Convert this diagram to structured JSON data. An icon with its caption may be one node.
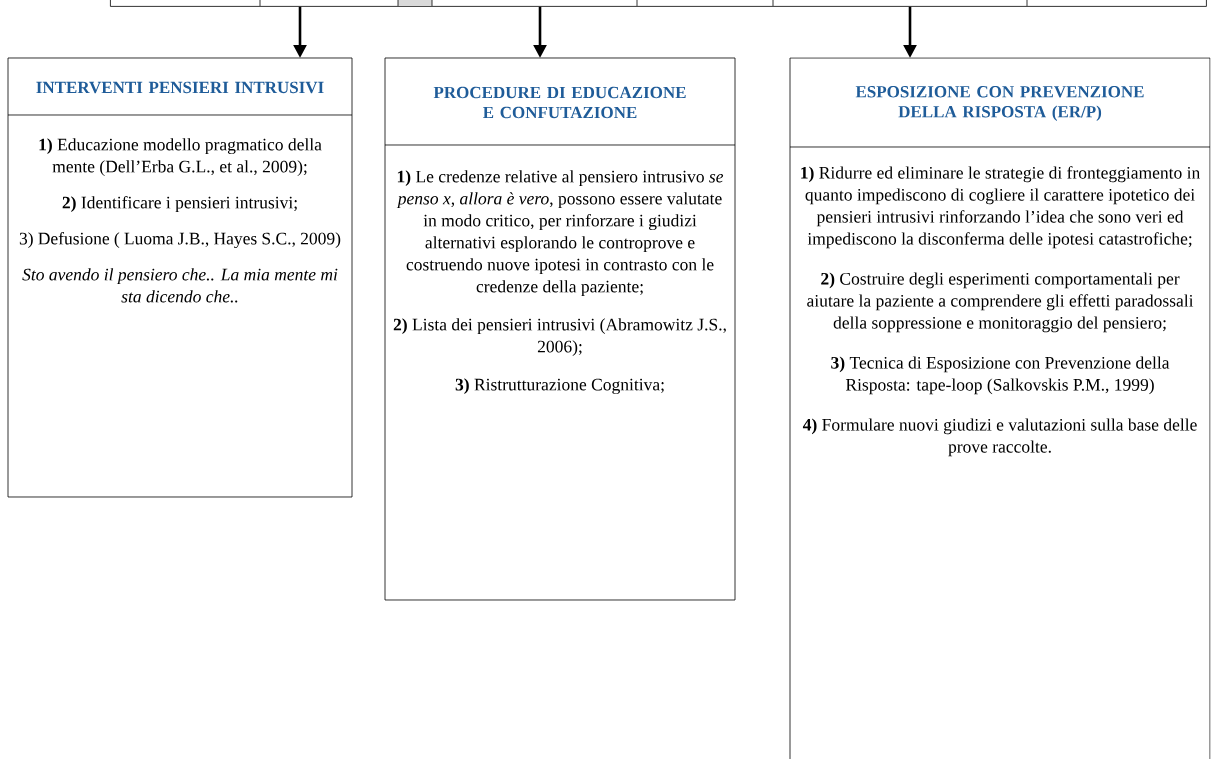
{
  "diagram": {
    "nodes": [
      {
        "text": [],
        "shape": "box"
      },
      {
        "text": [
          "INTERVENTI PENSIERI INTRUSIVI",
          "**1)** Educazione modello pragmatico della mente (Dell’Erba G.L., et al., 2009);",
          "**2)** Identificare i pensieri intrusivi;",
          "3) Defusione ( Luoma J.B., Hayes S.C., 2009)",
          "Sto avendo il pensiero che.. La mia mente mi sta dicendo che.."
        ]
      },
      {
        "text": [
          "PROCEDURE DI EDUCAZIONE E CONFUTAZIONE",
          "**1)** Le credenze relative al pensiero intrusivo *se penso x, allora è vero*, possono essere valutate in modo critico, per rinforzare i giudizi alternativi esplorando le controprove e costruendo nuove ipotesi in contrasto con le credenze della paziente;",
          "**2)** Lista dei pensieri intrusivi (Abramowitz J.S., 2006);",
          "**3)** Ristrutturazione Cognitiva;"
        ]
      },
      {
        "text": [
          "ESPOSIZIONE CON PREVENZIONE DELLA RISPOSTA (ER/P)",
          "**1)** Ridurre ed eliminare le strategie di fronteggiamento in quanto impediscono di cogliere il carattere ipotetico dei pensieri intrusivi rinforzando l’idea che sono veri ed impediscono la disconferma delle ipotesi catastrofiche;",
          "**2)** Costruire degli esperimenti comportamentali per aiutare la paziente a comprendere gli effetti paradossali della soppressione e  monitoraggio del pensiero;",
          "**3)** Tecnica di Esposizione con Prevenzione della Risposta: tape-loop (Salkovskis P.M., 1999)",
          "**4)** Formulare nuovi giudizi e valutazioni sulla base delle prove raccolte."
        ]
      }
    ],
    "edges": [
      {
        "from": 0,
        "to": 1,
        "arrow": "to"
      },
      {
        "from": 0,
        "to": 2,
        "arrow": "to"
      },
      {
        "from": 0,
        "to": 3,
        "arrow": "to"
      }
    ]
  }
}
